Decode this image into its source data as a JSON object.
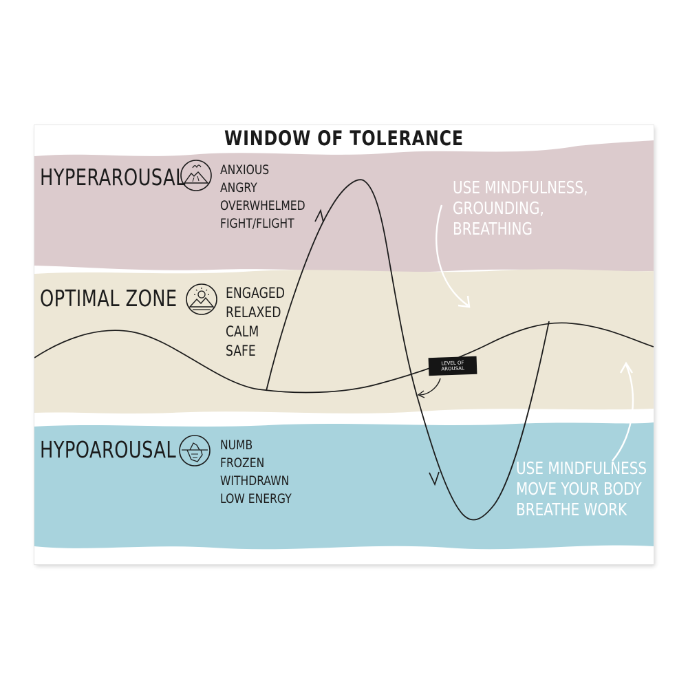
{
  "title": "WINDOW OF TOLERANCE",
  "zones": {
    "hyper": {
      "label": "HYPERAROUSAL",
      "icon": "volcano-icon",
      "color": "#dccbcd",
      "states": [
        "ANXIOUS",
        "ANGRY",
        "OVERWHELMED",
        "FIGHT/FLIGHT"
      ]
    },
    "optimal": {
      "label": "OPTIMAL ZONE",
      "icon": "sun-over-mountains-icon",
      "color": "#ede7d6",
      "states": [
        "ENGAGED",
        "RELAXED",
        "CALM",
        "SAFE"
      ]
    },
    "hypo": {
      "label": "HYPOAROUSAL",
      "icon": "iceberg-icon",
      "color": "#a8d3dd",
      "states": [
        "NUMB",
        "FROZEN",
        "WITHDRAWN",
        "LOW ENERGY"
      ]
    }
  },
  "advice_top": [
    "USE MINDFULNESS,",
    "GROUNDING,",
    "BREATHING"
  ],
  "advice_bottom": [
    "USE MINDFULNESS",
    "MOVE YOUR BODY",
    "BREATHE WORK"
  ],
  "level_tag": [
    "LEVEL OF",
    "AROUSAL"
  ]
}
